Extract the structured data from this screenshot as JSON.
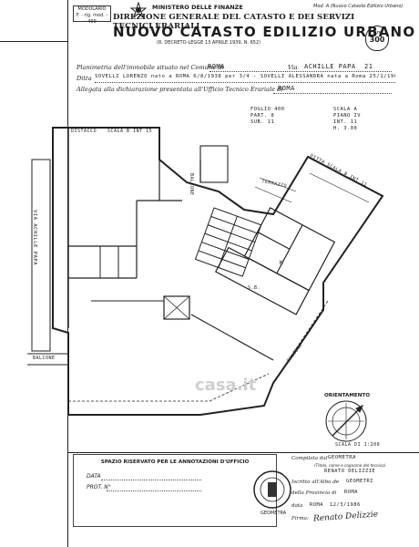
{
  "header": {
    "ministry": "MINISTERO DELLE FINANZE",
    "directorate": "DIREZIONE GENERALE DEL CATASTO E DEI SERVIZI TECNICI ERARIALI",
    "title": "NUOVO CATASTO EDILIZIO URBANO",
    "decree": "(R. DECRETO-LEGGE 13 APRILE 1939, N. 652)",
    "model": "Mod. A (Nuovo Catasto Edilizio Urbano)",
    "lire_label": "Lire",
    "lire_value": "300",
    "corner_box": [
      "MODULARIO",
      "F. - rig. mod. - 499"
    ]
  },
  "form": {
    "line1_label": "Planimetria dell'immobile situato nel Comune di",
    "comune": "ROMA",
    "via_label": "Via",
    "via": "ACHILLE PAPA",
    "civico": "21",
    "ditta_label": "Ditta",
    "ditta": "SOVELLI LORENZO nato a ROMA 6/8/1938 per 3/4 - SOVELLI ALESSANDRA nata a Roma 25/1/1965 per 1/4",
    "line3_label": "Allegata alla dichiarazione presentata all'Ufficio Tecnico Erariale di",
    "ufficio": "ROMA"
  },
  "plan": {
    "foglio": "FOGLIO 400",
    "part": "PART. 8",
    "sub": "SUB. 11",
    "scala": "SCALA A",
    "piano": "PIANO IV",
    "int": "INT. 11",
    "h": "H. 3.00",
    "labels": {
      "distacco": "DISTACCO",
      "scala_b": "SCALA B INT 15",
      "ditta_scala": "DITTA SCALA B INT 11",
      "balcone": "BALCONE",
      "terrazzo": "TERRAZZO",
      "street": "VIA ACHILLE PAPA",
      "balcone_left": "BALCONE",
      "balcone_right": "BALCONE",
      "k": "K",
      "sb": "S.B."
    },
    "watermark": "casa.it",
    "orientation": "ORIENTAMENTO",
    "scale": "SCALA DI 1:200"
  },
  "footer": {
    "reserved": "SPAZIO RISERVATO PER LE ANNOTAZIONI D'UFFICIO",
    "data_label": "DATA",
    "prot_label": "PROT. N°",
    "compiled_label": "Compilata dal",
    "compiled_title": "GEOMETRA",
    "compiled_hint": "(Titolo, nome e cognome del tecnico)",
    "compiled_name": "RENATO DELIZZIE",
    "albo_label": "Iscritto all'Albo de",
    "albo_value": "GEOMETRI",
    "provincia_label": "della Provincia di",
    "provincia_value": "ROMA",
    "date_label": "data",
    "date_place": "ROMA",
    "date_value": "12/3/1986",
    "firma_label": "Firma:",
    "signature": "Renato Delizzie",
    "stamp": "GEOMETRA"
  }
}
